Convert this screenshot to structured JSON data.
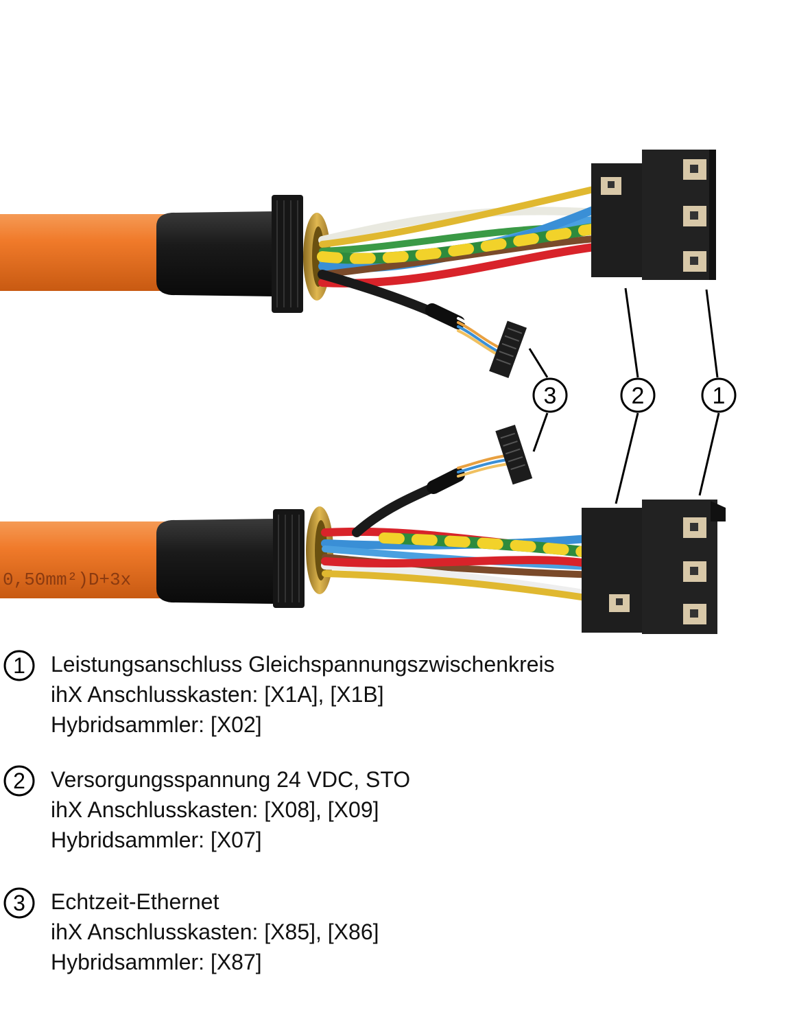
{
  "callouts": [
    "1",
    "2",
    "3"
  ],
  "cable_print": "0,50mm²)D+3x",
  "legend": [
    {
      "number": "1",
      "title": "Leistungsanschluss Gleichspannungszwischenkreis",
      "line2": "ihX Anschlusskasten: [X1A], [X1B]",
      "line3": "Hybridsammler: [X02]"
    },
    {
      "number": "2",
      "title": "Versorgungsspannung 24 VDC, STO",
      "line2": "ihX Anschlusskasten: [X08], [X09]",
      "line3": "Hybridsammler: [X07]"
    },
    {
      "number": "3",
      "title": "Echtzeit-Ethernet",
      "line2": "ihX Anschlusskasten: [X85], [X86]",
      "line3": "Hybridsammler: [X87]"
    }
  ],
  "colors": {
    "cable_orange": "#f07a2a",
    "wire_blue": "#3a8fd6",
    "wire_red": "#d8232a",
    "wire_green": "#2e8b3d",
    "wire_yellow": "#f2d22a",
    "wire_brown": "#7a4a2a",
    "wire_white": "#eeeeee",
    "brass": "#c8a040",
    "connector_black": "#1e1e1e"
  }
}
